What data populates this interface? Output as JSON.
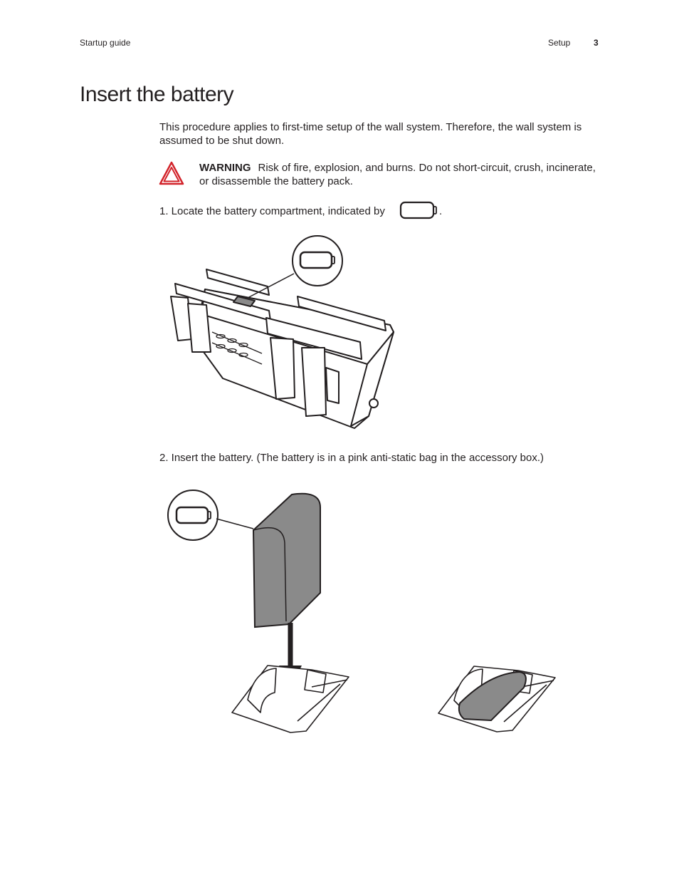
{
  "header": {
    "doc_name": "Startup guide",
    "section": "Setup",
    "page_number": "3"
  },
  "title": "Insert the battery",
  "intro": "This procedure applies to first-time setup of the wall system. Therefore, the wall system is assumed to be shut down.",
  "warning": {
    "label": "WARNING",
    "text": "Risk of fire, explosion, and burns. Do not short-circuit, crush, incinerate, or disassemble the battery pack.",
    "icon": "warning-triangle-icon",
    "color": "#d2232a"
  },
  "steps": {
    "step1": "1. Locate the battery compartment, indicated by",
    "step1_end": ".",
    "step2": "2. Insert the battery. (The battery is in a pink anti-static bag in the accessory box.)"
  },
  "colors": {
    "text": "#231f20",
    "battery_fill": "#8a8a8a"
  }
}
